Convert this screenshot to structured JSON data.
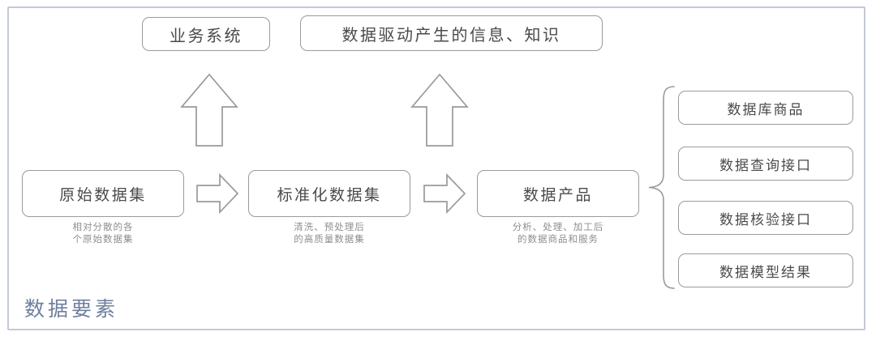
{
  "diagram": {
    "section_title": "数据要素",
    "top_nodes": [
      {
        "label": "业务系统",
        "name": "node-business-system"
      },
      {
        "label": "数据驱动产生的信息、知识",
        "name": "node-data-driven-info"
      }
    ],
    "flow_nodes": [
      {
        "label": "原始数据集",
        "caption": "相对分散的各\n个原始数据集",
        "name": "node-raw-dataset"
      },
      {
        "label": "标准化数据集",
        "caption": "清洗、预处理后\n的高质量数据集",
        "name": "node-standardized-dataset"
      },
      {
        "label": "数据产品",
        "caption": "分析、处理、加工后\n的数据商品和服务",
        "name": "node-data-product"
      }
    ],
    "side_nodes": [
      {
        "label": "数据库商品",
        "name": "node-database-goods"
      },
      {
        "label": "数据查询接口",
        "name": "node-query-api"
      },
      {
        "label": "数据核验接口",
        "name": "node-verification-api"
      },
      {
        "label": "数据模型结果",
        "name": "node-model-result"
      }
    ],
    "connectors": {
      "up_arrows": [
        "up-arrow-business-system",
        "up-arrow-data-driven-info"
      ],
      "right_arrows": [
        "right-arrow-raw-to-standard",
        "right-arrow-standard-to-product"
      ],
      "brace": "curly-brace-data-product"
    },
    "colors": {
      "frame_border": "#c3c9d6",
      "node_border": "#9a9a9a",
      "node_text": "#4a4a4a",
      "caption_text": "#8e8e8e",
      "title_text": "#6e7f9e",
      "connector_stroke": "#9a9a9a",
      "background": "#ffffff"
    }
  }
}
